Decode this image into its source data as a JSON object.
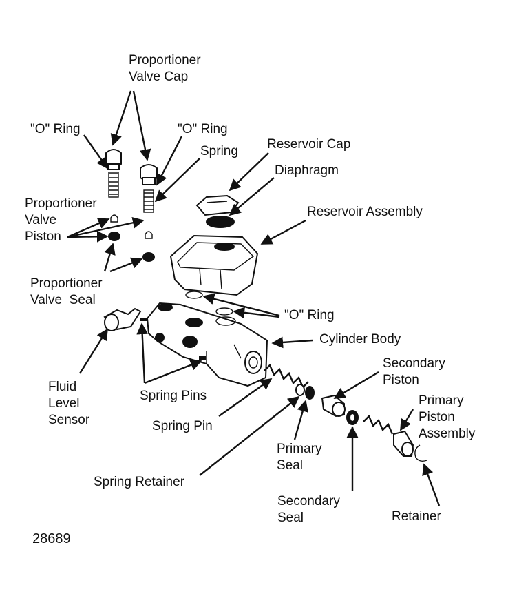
{
  "labels": {
    "proportioner_valve_cap": [
      "Proportioner",
      "Valve Cap"
    ],
    "o_ring_left": "\"O\" Ring",
    "o_ring_right": "\"O\" Ring",
    "spring": "Spring",
    "reservoir_cap": "Reservoir Cap",
    "diaphragm": "Diaphragm",
    "reservoir_assembly": "Reservoir Assembly",
    "proportioner_valve_piston": [
      "Proportioner",
      "Valve",
      "Piston"
    ],
    "proportioner_valve_seal": [
      "Proportioner",
      "Valve  Seal"
    ],
    "o_ring_body": "\"O\" Ring",
    "cylinder_body": "Cylinder Body",
    "secondary_piston": [
      "Secondary",
      "Piston"
    ],
    "fluid_level_sensor": [
      "Fluid",
      "Level",
      "Sensor"
    ],
    "spring_pins": "Spring Pins",
    "spring_pin": "Spring Pin",
    "primary_piston_assembly": [
      "Primary",
      "Piston",
      "Assembly"
    ],
    "primary_seal": [
      "Primary",
      "Seal"
    ],
    "spring_retainer": "Spring Retainer",
    "secondary_seal": [
      "Secondary",
      "Seal"
    ],
    "retainer": "Retainer"
  },
  "figure_number": "28689"
}
